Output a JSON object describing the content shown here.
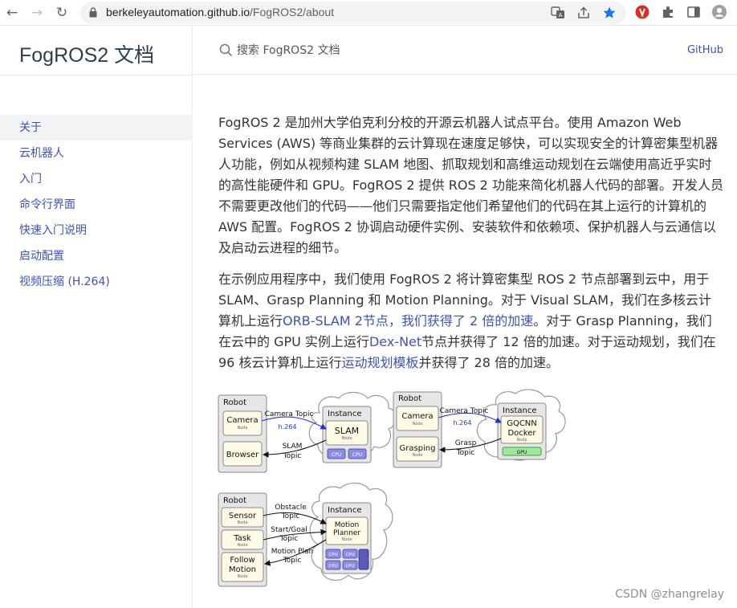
{
  "browser": {
    "url_host": "berkeleyautomation.github.io",
    "url_path": "/FogROS2/about"
  },
  "sidebar": {
    "brand": "FogROS2 文档",
    "items": [
      {
        "label": "关于",
        "active": true
      },
      {
        "label": "云机器人",
        "active": false
      },
      {
        "label": "入门",
        "active": false
      },
      {
        "label": "命令行界面",
        "active": false
      },
      {
        "label": "快速入门说明",
        "active": false
      },
      {
        "label": "启动配置",
        "active": false
      },
      {
        "label": "视频压缩 (H.264)",
        "active": false
      }
    ]
  },
  "header": {
    "search_placeholder": "搜索 FogROS2 文档",
    "github": "GitHub"
  },
  "content": {
    "p1": "FogROS 2 是加州大学伯克利分校的开源云机器人试点平台。使用 Amazon Web Services (AWS) 等商业集群的云计算现在速度足够快，可以实现安全的计算密集型机器人功能，例如从视频构建 SLAM 地图、抓取规划和高维运动规划在云端使用高近乎实时的高性能硬件和 GPU。FogROS 2 提供 ROS 2 功能来简化机器人代码的部署。开发人员不需要更改他们的代码——他们只需要指定他们希望他们的代码在其上运行的计算机的 AWS 配置。FogROS 2 协调启动硬件实例、安装软件和依赖项、保护机器人与云通信以及启动云进程的细节。",
    "p2_a": "在示例应用程序中，我们使用 FogROS 2 将计算密集型 ROS 2 节点部署到云中，用于 SLAM、Grasp Planning 和 Motion Planning。对于 Visual SLAM，我们在多核云计算机上运行",
    "p2_link1": "ORB-SLAM 2节点，我们获得了 2 倍的加速",
    "p2_b": "。对于 Grasp Planning，我们在云中的 GPU 实例上运行",
    "p2_link2": "Dex-Net",
    "p2_c": "节点并获得了 12 倍的加速。对于运动规划，我们在 96 核云计算机上运行",
    "p2_link3": "运动规划模板",
    "p2_d": "并获得了 28 倍的加速。"
  },
  "diagram": {
    "slam": {
      "robot": "Robot",
      "instance": "Instance",
      "camera": "Camera",
      "browser": "Browser",
      "slam": "SLAM",
      "node": "Node",
      "camera_topic": "Camera Topic",
      "h264": "h.264",
      "slam_topic_1": "SLAM",
      "slam_topic_2": "Topic",
      "cpu": "CPU"
    },
    "grasp": {
      "robot": "Robot",
      "instance": "Instance",
      "camera": "Camera",
      "grasping": "Grasping",
      "gqcnn_1": "GQCNN",
      "gqcnn_2": "Docker",
      "node": "Node",
      "gpu": "GPU",
      "camera_topic": "Camera Topic",
      "h264": "h.264",
      "grasp_topic_1": "Grasp",
      "grasp_topic_2": "Topic"
    },
    "motion": {
      "robot": "Robot",
      "instance": "Instance",
      "sensor": "Sensor",
      "task": "Task",
      "follow_1": "Follow",
      "follow_2": "Motion",
      "planner_1": "Motion",
      "planner_2": "Planner",
      "node": "Node",
      "obstacle_1": "Obstacle",
      "obstacle_2": "Topic",
      "startgoal_1": "Start/Goal",
      "startgoal_2": "Topic",
      "plan_1": "Motion Plan",
      "plan_2": "Topic",
      "cpu": "CPU"
    }
  },
  "watermark": "CSDN @zhangrelay",
  "colors": {
    "link": "#3f51b5",
    "node_fill": "#fffbe6",
    "robot_fill": "#e6e6e6",
    "cpu_fill": "#8c8ce8",
    "gpu_fill": "#9ee89e"
  }
}
